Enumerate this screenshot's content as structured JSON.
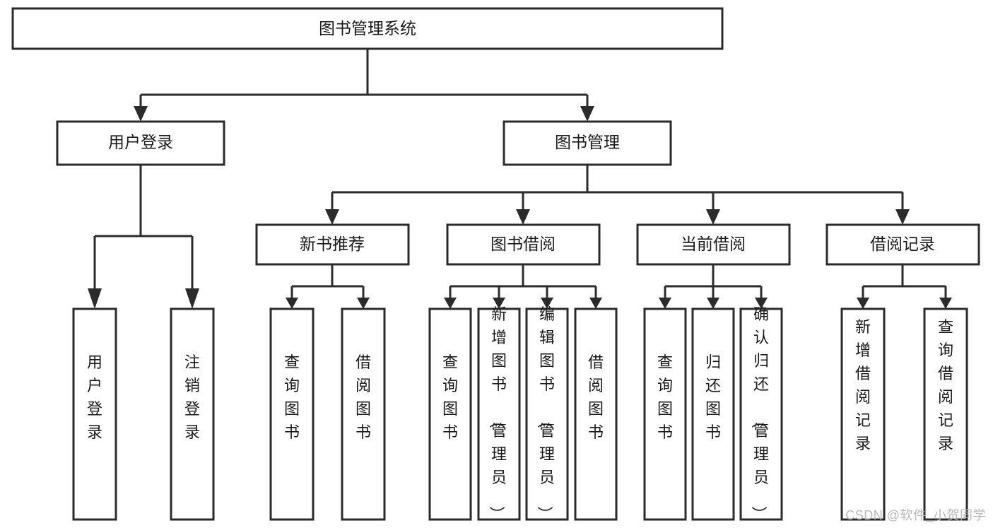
{
  "diagram": {
    "type": "tree",
    "title": "图书管理系统",
    "watermark": "CSDN @软件_小贺同学",
    "colors": {
      "box_stroke": "#2b2b2b",
      "box_fill": "#ffffff",
      "connector": "#2b2b2b",
      "text": "#1a1a1a",
      "background": "#ffffff",
      "watermark": "#b9b9b9"
    },
    "levels": {
      "root": {
        "label": "图书管理系统"
      },
      "level2": [
        {
          "label": "用户登录"
        },
        {
          "label": "图书管理"
        }
      ],
      "level3": [
        {
          "label": "新书推荐"
        },
        {
          "label": "图书借阅"
        },
        {
          "label": "当前借阅"
        },
        {
          "label": "借阅记录"
        }
      ],
      "leaves": {
        "user_login": [
          {
            "label": "用户登录"
          },
          {
            "label": "注销登录"
          }
        ],
        "new_book_recommend": [
          {
            "label": "查询图书"
          },
          {
            "label": "借阅图书"
          }
        ],
        "book_borrow": [
          {
            "label": "查询图书"
          },
          {
            "label": "新增图书（管理员）"
          },
          {
            "label": "编辑图书（管理员）"
          },
          {
            "label": "借阅图书"
          }
        ],
        "current_borrow": [
          {
            "label": "查询图书"
          },
          {
            "label": "归还图书"
          },
          {
            "label": "确认归还（管理员）"
          }
        ],
        "borrow_record": [
          {
            "label": "新增借阅记录"
          },
          {
            "label": "查询借阅记录"
          }
        ]
      }
    }
  }
}
